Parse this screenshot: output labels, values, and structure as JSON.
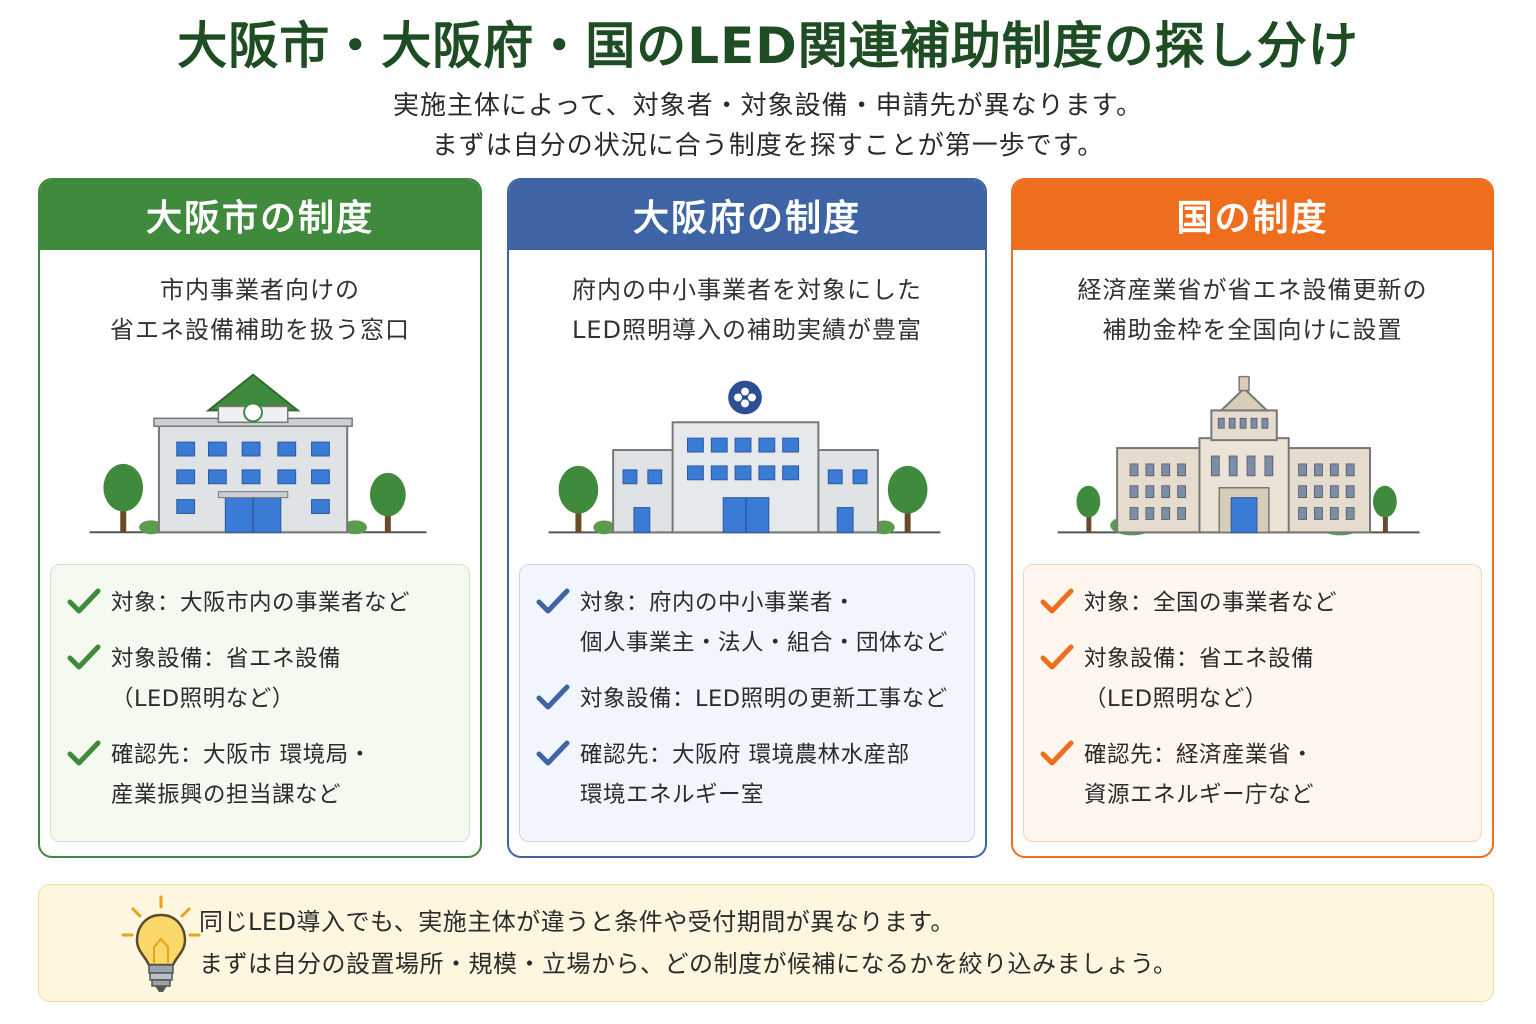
{
  "header": {
    "title": "大阪市・大阪府・国のLED関連補助制度の探し分け",
    "subtitle_line1": "実施主体によって、対象者・対象設備・申請先が異なります。",
    "subtitle_line2": "まずは自分の状況に合う制度を探すことが第一歩です。"
  },
  "cards": [
    {
      "heading": "大阪市の制度",
      "desc_line1": "市内事業者向けの",
      "desc_line2": "省エネ設備補助を扱う窓口",
      "points": [
        "対象：大阪市内の事業者など",
        "対象設備：省エネ設備\n（LED照明など）",
        "確認先：大阪市 環境局・\n産業振興の担当課など"
      ],
      "color": "#3f8a3c"
    },
    {
      "heading": "大阪府の制度",
      "desc_line1": "府内の中小事業者を対象にした",
      "desc_line2": "LED照明導入の補助実績が豊富",
      "points": [
        "対象：府内の中小事業者・\n個人事業主・法人・組合・団体など",
        "対象設備：LED照明の更新工事など",
        "確認先：大阪府 環境農林水産部\n環境エネルギー室"
      ],
      "color": "#3e64a6"
    },
    {
      "heading": "国の制度",
      "desc_line1": "経済産業省が省エネ設備更新の",
      "desc_line2": "補助金枠を全国向けに設置",
      "points": [
        "対象：全国の事業者など",
        "対象設備：省エネ設備\n（LED照明など）",
        "確認先：経済産業省・\n資源エネルギー庁など"
      ],
      "color": "#ee6e1d"
    }
  ],
  "note": {
    "line1": "同じLED導入でも、実施主体が違うと条件や受付期間が異なります。",
    "line2": "まずは自分の設置場所・規模・立場から、どの制度が候補になるかを絞り込みましょう。",
    "icon": "lightbulb-icon"
  }
}
